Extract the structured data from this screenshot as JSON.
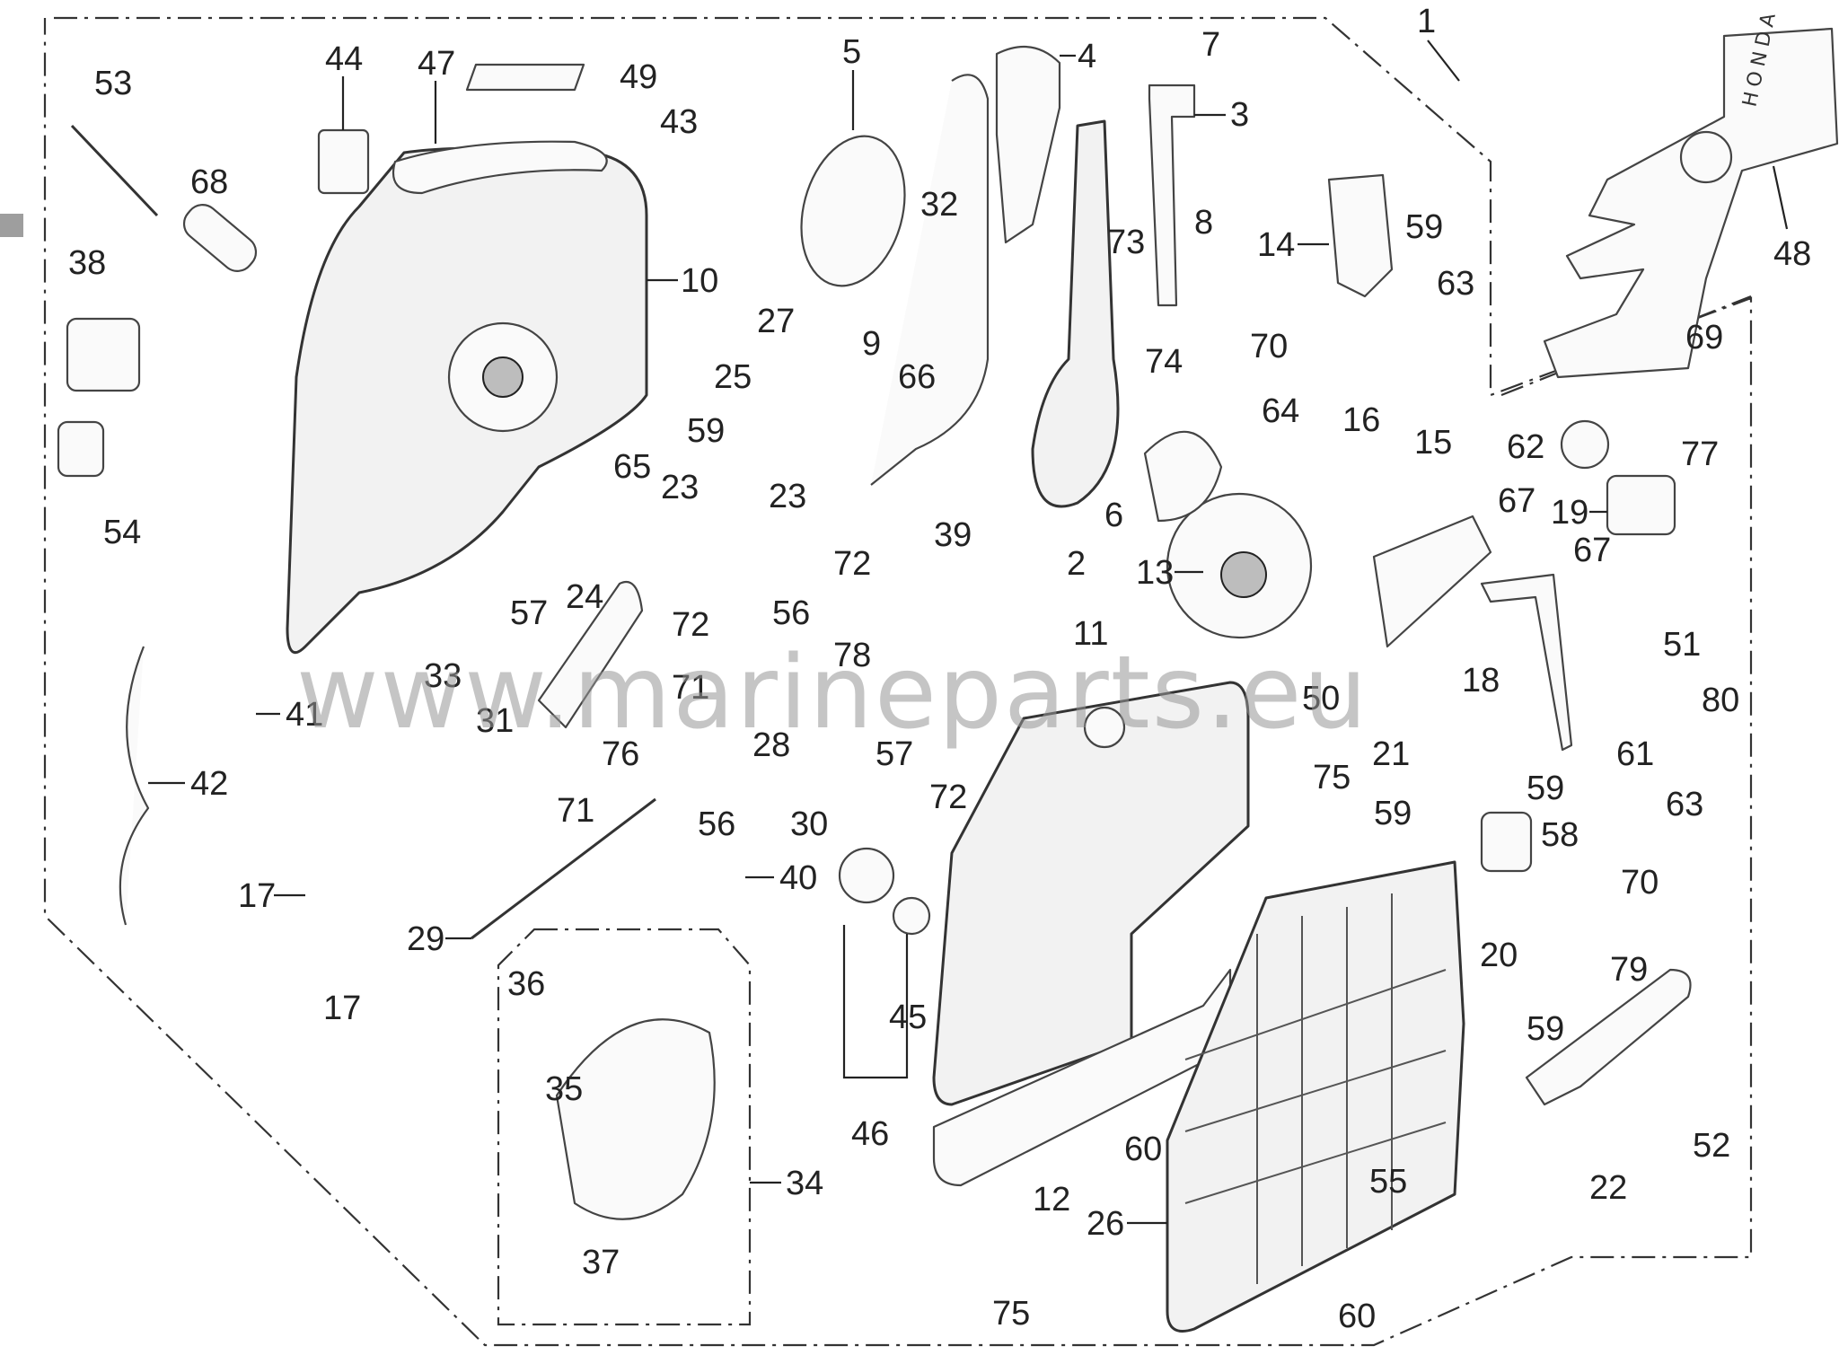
{
  "diagram": {
    "watermark": "www.marineparts.eu",
    "brand_text": "HONDA",
    "part_numbers": [
      "1",
      "2",
      "3",
      "4",
      "5",
      "6",
      "7",
      "8",
      "9",
      "10",
      "11",
      "12",
      "13",
      "14",
      "15",
      "16",
      "17",
      "17",
      "18",
      "19",
      "20",
      "21",
      "22",
      "23",
      "23",
      "24",
      "25",
      "26",
      "27",
      "28",
      "29",
      "30",
      "31",
      "32",
      "33",
      "34",
      "35",
      "36",
      "37",
      "38",
      "39",
      "40",
      "41",
      "42",
      "43",
      "44",
      "45",
      "46",
      "47",
      "48",
      "49",
      "50",
      "51",
      "52",
      "53",
      "54",
      "55",
      "56",
      "56",
      "57",
      "57",
      "58",
      "59",
      "59",
      "59",
      "59",
      "59",
      "60",
      "60",
      "61",
      "62",
      "63",
      "63",
      "64",
      "65",
      "66",
      "67",
      "67",
      "68",
      "69",
      "70",
      "70",
      "71",
      "71",
      "72",
      "72",
      "72",
      "73",
      "74",
      "75",
      "75",
      "76",
      "77",
      "78",
      "79",
      "80"
    ],
    "colors": {
      "line": "#222222",
      "watermark": "#969696",
      "background": "#ffffff"
    }
  }
}
